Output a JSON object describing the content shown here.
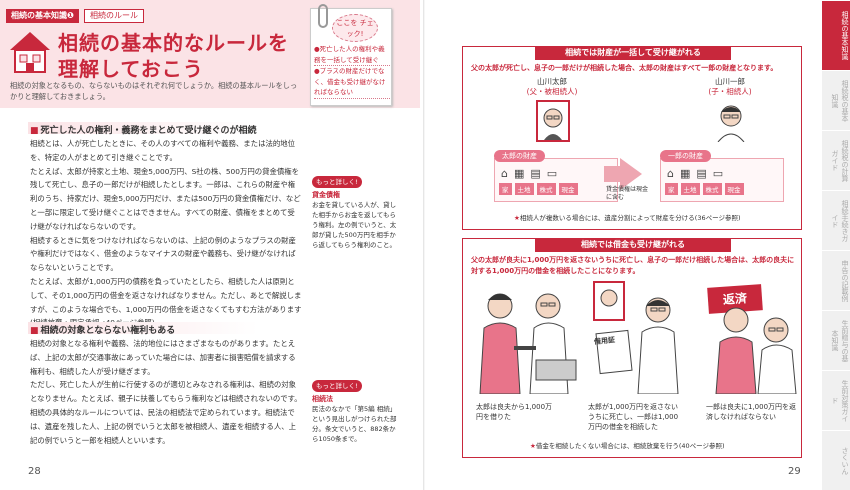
{
  "left": {
    "tag": "相続の基本知識❶",
    "tag2": "相続のルール",
    "title_line1": "相続の基本的なルールを",
    "title_line2": "理解しておこう",
    "lead": "相続の対象となるもの、ならないものはそれぞれ何でしょうか。相続の基本ルールをしっかりと理解しておきましょう。",
    "memo": {
      "badge": "ここを チェック!",
      "items": [
        "●死亡した人の権利や義務を一括して受け継ぐ",
        "●プラスの財産だけでなく、借金も受け継がなければならない"
      ]
    },
    "sec1": "死亡した人の権利・義務をまとめて受け継ぐのが相続",
    "p1a": "相続とは、人が死亡したときに、その人のすべての権利や義務、または法的地位を、特定の人がまとめて引き継ぐことです。",
    "p1b": "たとえば、太郎が持家と土地、現金5,000万円、S社の株、500万円の貸金債権を残して死亡し、息子の一郎だけが相続したとします。一郎は、これらの財産や権利のうち、持家だけ、現金5,000万円だけ、または500万円の貸金債権だけ、などと一部に限定して受け継ぐことはできません。すべての財産、債権をまとめて受け継がなければならないのです。",
    "p1c": "相続するときに気をつけなければならないのは、上記の例のようなプラスの財産や権利だけではなく、借金のようなマイナスの財産や義務も、受け継がなければならないということです。",
    "p1d": "たとえば、太郎が1,000万円の債務を負っていたとしたら、相続した人は原則として、その1,000万円の借金を返さなければなりません。ただし、あとで解説しますが、このような場合でも、1,000万円の借金を返さなくてもすむ方法があります(相続放棄・限定承認→40ページ参照)。",
    "sec2": "相続の対象とならない権利もある",
    "p2a": "相続の対象となる権利や義務、法的地位にはさまざまなものがあります。たとえば、上記の太郎が交通事故にあっていた場合には、加害者に損害賠償を請求する権利も、相続した人が受け継ぎます。",
    "p2b": "ただし、死亡した人が生前に行使するのが適切とみなされる権利は、相続の対象となりません。たとえば、親子に扶養してもらう権利などは相続されないのです。",
    "p2c": "相続の具体的なルールについては、民法の相続法で定められています。相続法では、遺産を残した人、上記の例でいうと太郎を被相続人、遺産を相続する人、上記の例でいうと一郎を相続人といいます。",
    "side1_badge": "もっと詳しく!",
    "side1_term": "貸金債権",
    "side1_text": "お金を貸している人が、貸した相手からお金を返してもらう権利。左の例でいうと、太郎が貸した500万円を相手から返してもらう権利のこと。",
    "side2_badge": "もっと詳しく!",
    "side2_term": "相続法",
    "side2_text": "民法のなかで「第5編 相続」という見出しがつけられた部分。条文でいうと、882条から1050条まで。",
    "page": "28"
  },
  "right": {
    "panel1_title": "相続では財産が一括して受け継がれる",
    "panel1_desc": "父の太郎が死亡し、息子の一郎だけが相続した場合、太郎の財産はすべて一郎の財産となります。",
    "p1_name_a": "山川太郎",
    "p1_role_a": "(父・被相続人)",
    "p1_name_b": "山川一郎",
    "p1_role_b": "(子・相続人)",
    "estate_a": "太郎の財産",
    "estate_b": "一郎の財産",
    "estate_tags": [
      "家",
      "土地",
      "株式",
      "現金"
    ],
    "arrow_note": "貸金債権は現金に含む",
    "panel1_note": "相続人が複数いる場合には、遺産分割によって財産を分ける(36ページ参照)",
    "panel2_title": "相続では借金も受け継がれる",
    "panel2_desc": "父の太郎が良夫に1,000万円を返さないうちに死亡し、息子の一郎だけ相続した場合は、太郎の良夫に対する1,000万円の借金を相続したことになります。",
    "sign": "返済",
    "doc_label": "借用証",
    "cap1": "太郎は良夫から1,000万円を借りた",
    "cap2": "太郎が1,000万円を返さないうちに死亡し、一郎は1,000万円の借金を相続した",
    "cap3": "一郎は良夫に1,000万円を返済しなければならない",
    "panel2_note": "借金を相続したくない場合には、相続放棄を行う(40ページ参照)",
    "page": "29",
    "tabs": [
      "相続の基本知識",
      "相続税の基本知識",
      "相続税の計算ガイド",
      "相続手続きガイド",
      "申告の記載例",
      "生前贈与の基本知識",
      "生前対策ガイド",
      "さくいん"
    ]
  },
  "colors": {
    "accent": "#c8283c",
    "pink": "#fbe3e6"
  }
}
